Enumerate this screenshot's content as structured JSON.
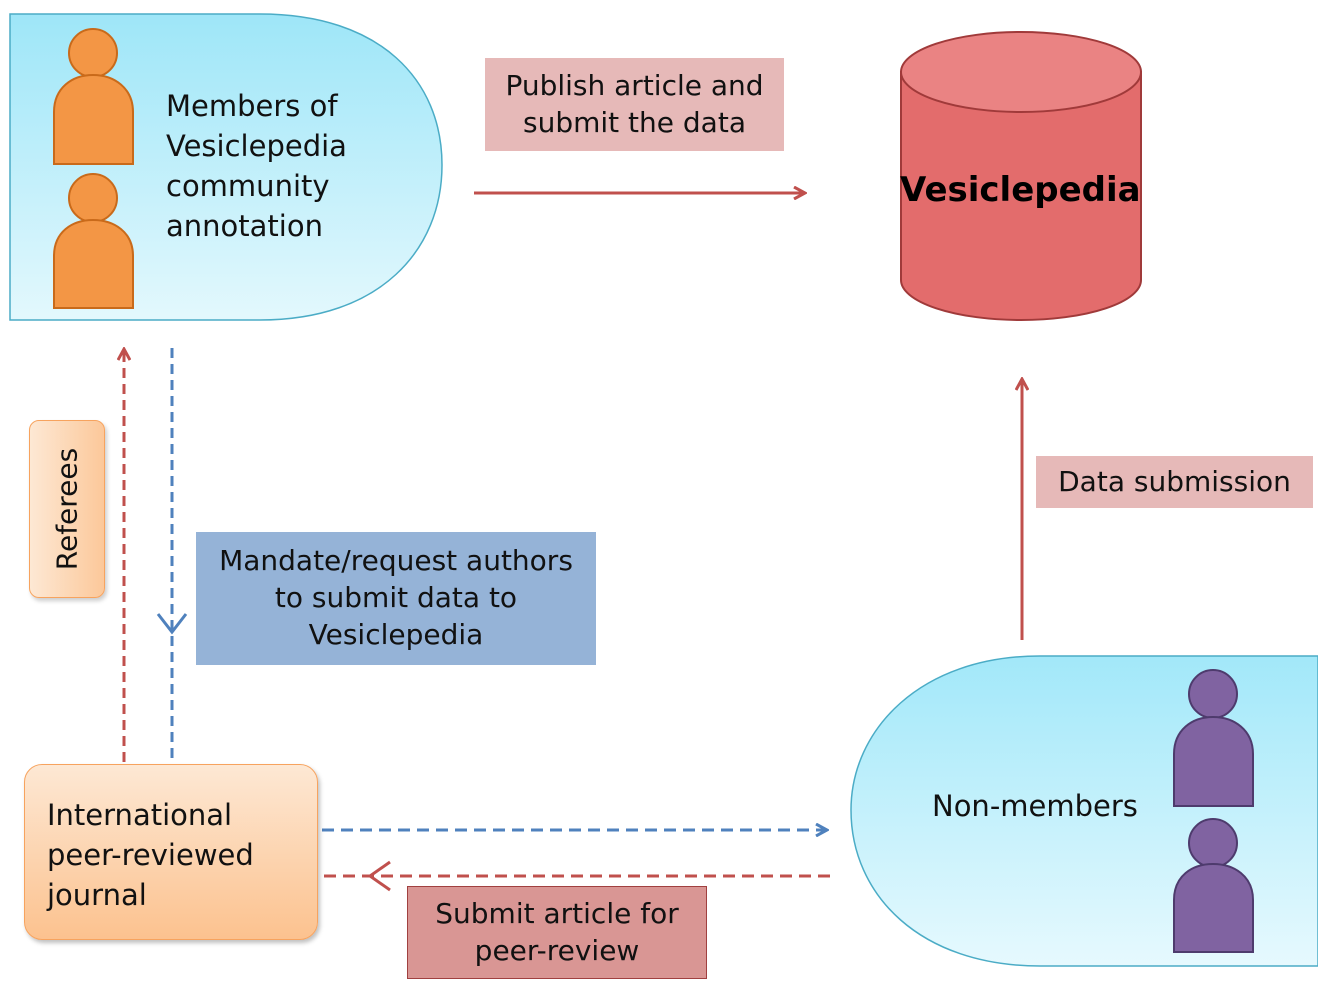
{
  "members_group": {
    "label": "Members of\nVesiclepedia\ncommunity\nannotation"
  },
  "database": {
    "label": "Vesiclepedia"
  },
  "non_members_group": {
    "label": "Non-members"
  },
  "journal": {
    "label": "International\npeer-reviewed\njournal"
  },
  "edges": {
    "publish": {
      "label": "Publish article and\nsubmit the data"
    },
    "data_submission": {
      "label": "Data submission"
    },
    "mandate": {
      "label": "Mandate/request authors\nto submit data to\nVesiclepedia"
    },
    "referees": {
      "label": "Referees"
    },
    "submit_article": {
      "label": "Submit article for\npeer-review"
    }
  },
  "colors": {
    "cylinder": "#e36c6c",
    "cyan_group": "#bdeffa",
    "person_orange": "#f39645",
    "person_purple": "#8063a1",
    "arrow_red": "#c0504d",
    "arrow_blue": "#4f81bd",
    "label_pink": "#e6b9b8",
    "label_blue": "#95b3d7",
    "label_red": "#d99694"
  }
}
